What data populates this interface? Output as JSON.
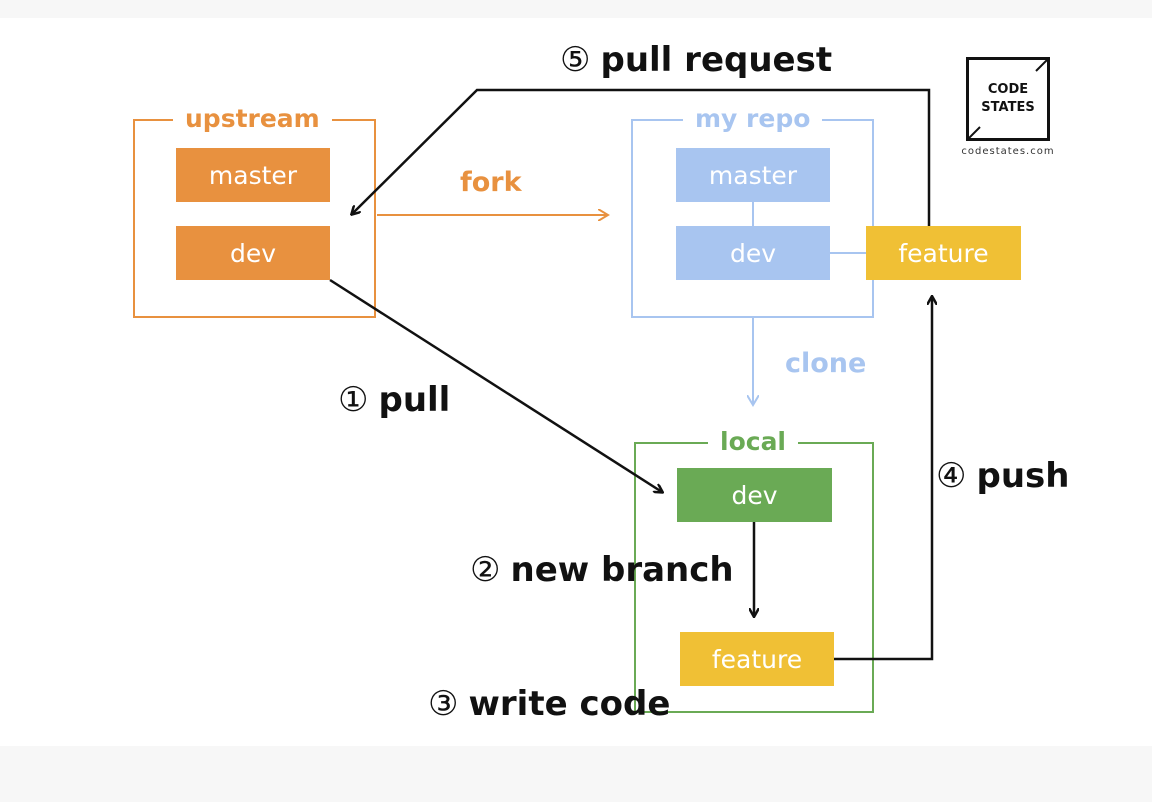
{
  "groups": {
    "upstream": {
      "title": "upstream",
      "master": "master",
      "dev": "dev"
    },
    "my_repo": {
      "title": "my repo",
      "master": "master",
      "dev": "dev",
      "feature": "feature"
    },
    "local": {
      "title": "local",
      "dev": "dev",
      "feature": "feature"
    }
  },
  "edges": {
    "fork": "fork",
    "clone": "clone"
  },
  "steps": [
    {
      "num": "①",
      "text": "pull"
    },
    {
      "num": "②",
      "text": "new branch"
    },
    {
      "num": "③",
      "text": "write code"
    },
    {
      "num": "④",
      "text": "push"
    },
    {
      "num": "⑤",
      "text": "pull request"
    }
  ],
  "logo": {
    "line1": "CODE",
    "line2": "STATES",
    "site": "codestates.com"
  },
  "colors": {
    "upstream": "#e8913f",
    "my_repo": "#a8c5f0",
    "local": "#6aaa55",
    "feature": "#f0c035",
    "arrow": "#111111"
  }
}
